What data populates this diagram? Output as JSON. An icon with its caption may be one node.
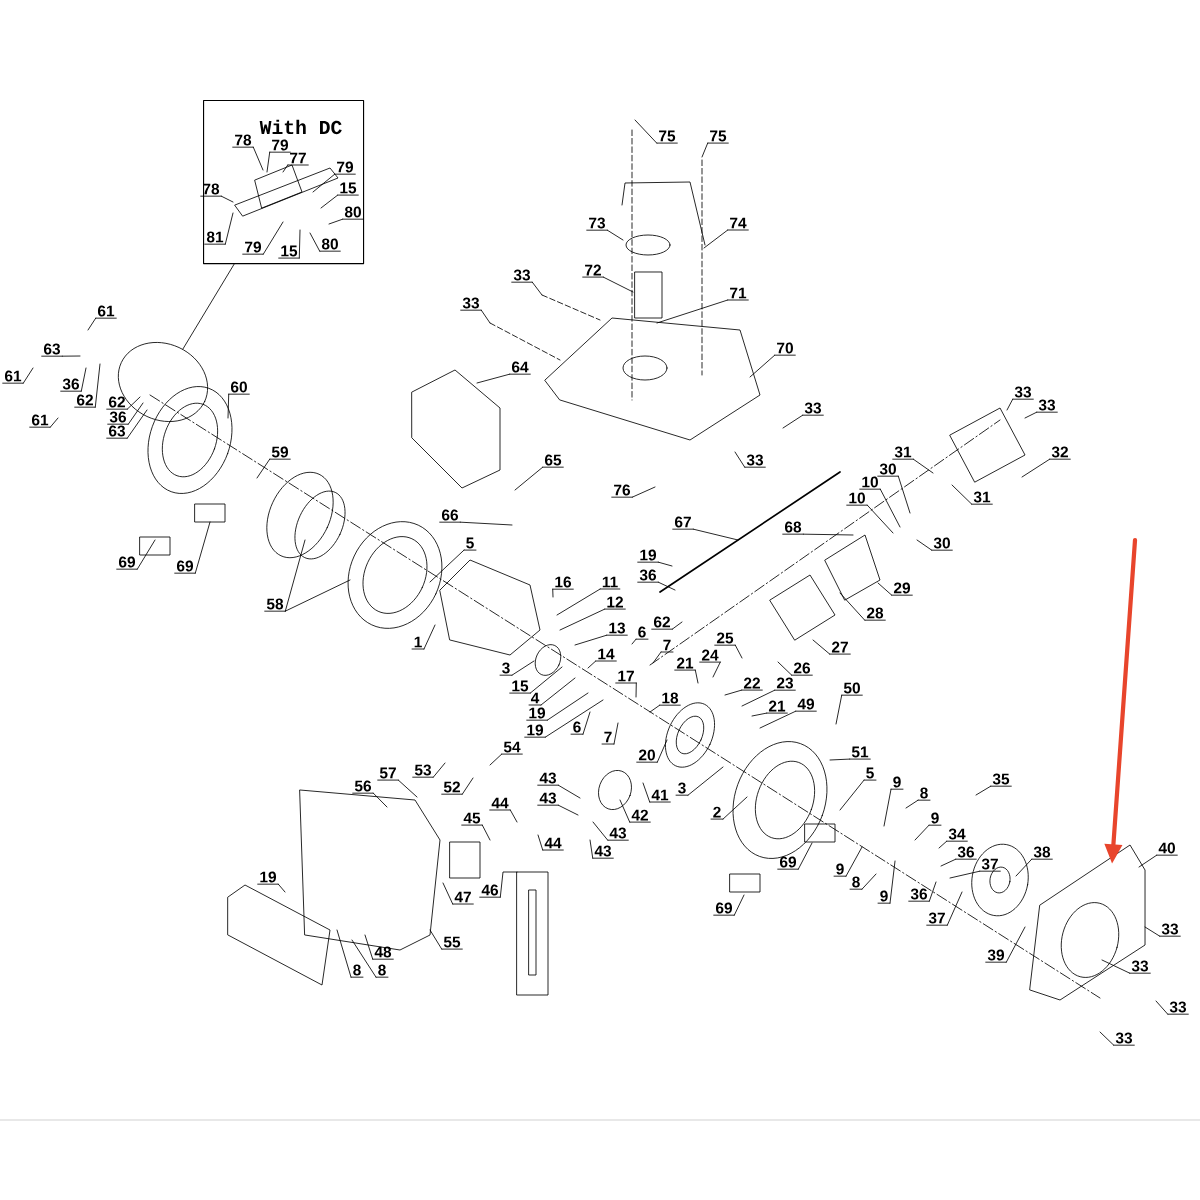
{
  "diagram": {
    "nodes": [
      {
        "text": [
          "With DC"
        ]
      },
      {
        "text": [
          "78"
        ],
        "in": 0
      },
      {
        "text": [
          "79"
        ],
        "in": 0
      },
      {
        "text": [
          "77"
        ],
        "in": 0
      },
      {
        "text": [
          "78"
        ],
        "in": 0
      },
      {
        "text": [
          "81"
        ],
        "in": 0
      },
      {
        "text": [
          "79"
        ],
        "in": 0
      },
      {
        "text": [
          "15"
        ],
        "in": 0
      },
      {
        "text": [
          "80"
        ],
        "in": 0
      },
      {
        "text": [
          "79"
        ],
        "in": 0
      },
      {
        "text": [
          "15"
        ],
        "in": 0
      },
      {
        "text": [
          "80"
        ],
        "in": 0
      },
      {
        "text": [],
        "shape": "ellipse"
      },
      {
        "text": [
          "61"
        ]
      },
      {
        "text": [
          "63"
        ]
      },
      {
        "text": [
          "61"
        ]
      },
      {
        "text": [
          "36"
        ]
      },
      {
        "text": [
          "62"
        ]
      },
      {
        "text": [
          "61"
        ]
      },
      {
        "text": [
          "62"
        ]
      },
      {
        "text": [
          "36"
        ]
      },
      {
        "text": [
          "63"
        ]
      },
      {
        "text": [
          "60"
        ]
      },
      {
        "text": [
          "59"
        ]
      },
      {
        "text": [
          "69"
        ]
      },
      {
        "text": [
          "69"
        ]
      },
      {
        "text": [
          "58"
        ]
      },
      {
        "text": [
          "75"
        ]
      },
      {
        "text": [
          "75"
        ]
      },
      {
        "text": [
          "73"
        ]
      },
      {
        "text": [
          "74"
        ]
      },
      {
        "text": [
          "72"
        ]
      },
      {
        "text": [
          "71"
        ]
      },
      {
        "text": [
          "33"
        ]
      },
      {
        "text": [
          "33"
        ]
      },
      {
        "text": [
          "70"
        ]
      },
      {
        "text": [
          "64"
        ]
      },
      {
        "text": [
          "33"
        ]
      },
      {
        "text": [
          "65"
        ]
      },
      {
        "text": [
          "33"
        ]
      },
      {
        "text": [
          "76"
        ]
      },
      {
        "text": [
          "66"
        ]
      },
      {
        "text": [
          "67"
        ]
      },
      {
        "text": [
          "68"
        ]
      },
      {
        "text": [
          "33"
        ]
      },
      {
        "text": [
          "33"
        ]
      },
      {
        "text": [
          "31"
        ]
      },
      {
        "text": [
          "30"
        ]
      },
      {
        "text": [
          "10"
        ]
      },
      {
        "text": [
          "10"
        ]
      },
      {
        "text": [
          "32"
        ]
      },
      {
        "text": [
          "31"
        ]
      },
      {
        "text": [
          "30"
        ]
      },
      {
        "text": [
          "29"
        ]
      },
      {
        "text": [
          "28"
        ]
      },
      {
        "text": [
          "27"
        ]
      },
      {
        "text": [
          "5"
        ]
      },
      {
        "text": [
          "1"
        ]
      },
      {
        "text": [
          "16"
        ]
      },
      {
        "text": [
          "11"
        ]
      },
      {
        "text": [
          "12"
        ]
      },
      {
        "text": [
          "13"
        ]
      },
      {
        "text": [
          "6"
        ]
      },
      {
        "text": [
          "7"
        ]
      },
      {
        "text": [
          "14"
        ]
      },
      {
        "text": [
          "3"
        ]
      },
      {
        "text": [
          "15"
        ]
      },
      {
        "text": [
          "4"
        ]
      },
      {
        "text": [
          "19"
        ]
      },
      {
        "text": [
          "19"
        ]
      },
      {
        "text": [
          "17"
        ]
      },
      {
        "text": [
          "21"
        ]
      },
      {
        "text": [
          "24"
        ]
      },
      {
        "text": [
          "25"
        ]
      },
      {
        "text": [
          "26"
        ]
      },
      {
        "text": [
          "18"
        ]
      },
      {
        "text": [
          "22"
        ]
      },
      {
        "text": [
          "23"
        ]
      },
      {
        "text": [
          "21"
        ]
      },
      {
        "text": [
          "49"
        ]
      },
      {
        "text": [
          "50"
        ]
      },
      {
        "text": [
          "51"
        ]
      },
      {
        "text": [
          "6"
        ]
      },
      {
        "text": [
          "7"
        ]
      },
      {
        "text": [
          "20"
        ]
      },
      {
        "text": [
          "19"
        ]
      },
      {
        "text": [
          "36"
        ]
      },
      {
        "text": [
          "62"
        ]
      },
      {
        "text": [
          "54"
        ]
      },
      {
        "text": [
          "53"
        ]
      },
      {
        "text": [
          "52"
        ]
      },
      {
        "text": [
          "57"
        ]
      },
      {
        "text": [
          "56"
        ]
      },
      {
        "text": [
          "43"
        ]
      },
      {
        "text": [
          "43"
        ]
      },
      {
        "text": [
          "44"
        ]
      },
      {
        "text": [
          "44"
        ]
      },
      {
        "text": [
          "41"
        ]
      },
      {
        "text": [
          "42"
        ]
      },
      {
        "text": [
          "43"
        ]
      },
      {
        "text": [
          "43"
        ]
      },
      {
        "text": [
          "3"
        ]
      },
      {
        "text": [
          "2"
        ]
      },
      {
        "text": [
          "45"
        ]
      },
      {
        "text": [
          "46"
        ]
      },
      {
        "text": [
          "47"
        ]
      },
      {
        "text": [
          "19"
        ]
      },
      {
        "text": [
          "55"
        ]
      },
      {
        "text": [
          "48"
        ]
      },
      {
        "text": [
          "8"
        ]
      },
      {
        "text": [
          "8"
        ]
      },
      {
        "text": [
          "5"
        ]
      },
      {
        "text": [
          "9"
        ]
      },
      {
        "text": [
          "8"
        ]
      },
      {
        "text": [
          "9"
        ]
      },
      {
        "text": [
          "35"
        ]
      },
      {
        "text": [
          "34"
        ]
      },
      {
        "text": [
          "36"
        ]
      },
      {
        "text": [
          "37"
        ]
      },
      {
        "text": [
          "38"
        ]
      },
      {
        "text": [
          "40"
        ]
      },
      {
        "text": [
          "69"
        ]
      },
      {
        "text": [
          "9"
        ]
      },
      {
        "text": [
          "8"
        ]
      },
      {
        "text": [
          "9"
        ]
      },
      {
        "text": [
          "36"
        ]
      },
      {
        "text": [
          "37"
        ]
      },
      {
        "text": [
          "69"
        ]
      },
      {
        "text": [
          "39"
        ]
      },
      {
        "text": [
          "33"
        ]
      },
      {
        "text": [
          "33"
        ]
      },
      {
        "text": [
          "33"
        ]
      },
      {
        "text": [
          "33"
        ]
      }
    ],
    "edges": [
      {
        "from": 0,
        "to": 12,
        "arrow": "none"
      },
      {
        "from": 1,
        "to": null,
        "arrow": "none"
      },
      {
        "from": 2,
        "to": null,
        "arrow": "none"
      },
      {
        "from": 3,
        "to": null,
        "arrow": "none"
      },
      {
        "from": 4,
        "to": null,
        "arrow": "none"
      },
      {
        "from": 5,
        "to": null,
        "arrow": "none"
      },
      {
        "from": 6,
        "to": null,
        "arrow": "none"
      },
      {
        "from": 7,
        "to": null,
        "arrow": "none"
      },
      {
        "from": 8,
        "to": null,
        "arrow": "none"
      },
      {
        "from": 9,
        "to": null,
        "arrow": "none"
      },
      {
        "from": 10,
        "to": null,
        "arrow": "none"
      },
      {
        "from": 11,
        "to": null,
        "arrow": "none"
      },
      {
        "from": 13,
        "to": null,
        "arrow": "none"
      },
      {
        "from": 14,
        "to": null,
        "arrow": "none"
      },
      {
        "from": 15,
        "to": null,
        "arrow": "none"
      },
      {
        "from": 16,
        "to": null,
        "arrow": "none"
      },
      {
        "from": 17,
        "to": null,
        "arrow": "none"
      },
      {
        "from": 18,
        "to": null,
        "arrow": "none"
      },
      {
        "from": 19,
        "to": 12,
        "arrow": "none"
      },
      {
        "from": 20,
        "to": 12,
        "arrow": "none"
      },
      {
        "from": 21,
        "to": 12,
        "arrow": "none"
      },
      {
        "from": 22,
        "to": null,
        "arrow": "none"
      },
      {
        "from": 23,
        "to": null,
        "arrow": "none"
      },
      {
        "from": 24,
        "to": null,
        "arrow": "none"
      },
      {
        "from": 25,
        "to": null,
        "arrow": "none"
      },
      {
        "from": 26,
        "to": null,
        "arrow": "none"
      },
      {
        "from": 26,
        "to": null,
        "arrow": "none"
      },
      {
        "from": 27,
        "to": null,
        "arrow": "none"
      },
      {
        "from": 28,
        "to": null,
        "arrow": "none"
      },
      {
        "from": 29,
        "to": null,
        "arrow": "none"
      },
      {
        "from": 30,
        "to": null,
        "arrow": "none"
      },
      {
        "from": 31,
        "to": null,
        "arrow": "none"
      },
      {
        "from": 32,
        "to": null,
        "arrow": "none"
      },
      {
        "from": 33,
        "to": null,
        "arrow": "none"
      },
      {
        "from": 34,
        "to": null,
        "arrow": "none"
      },
      {
        "from": 35,
        "to": null,
        "arrow": "none"
      },
      {
        "from": 36,
        "to": null,
        "arrow": "none"
      },
      {
        "from": 37,
        "to": null,
        "arrow": "none"
      },
      {
        "from": 38,
        "to": null,
        "arrow": "none"
      },
      {
        "from": 39,
        "to": null,
        "arrow": "none"
      },
      {
        "from": 40,
        "to": null,
        "arrow": "none"
      },
      {
        "from": 41,
        "to": null,
        "arrow": "none"
      },
      {
        "from": 42,
        "to": null,
        "arrow": "none"
      },
      {
        "from": 43,
        "to": null,
        "arrow": "none"
      },
      {
        "from": 44,
        "to": null,
        "arrow": "none"
      },
      {
        "from": 45,
        "to": null,
        "arrow": "none"
      },
      {
        "from": 46,
        "to": null,
        "arrow": "none"
      },
      {
        "from": 47,
        "to": null,
        "arrow": "none"
      },
      {
        "from": 48,
        "to": null,
        "arrow": "none"
      },
      {
        "from": 49,
        "to": null,
        "arrow": "none"
      },
      {
        "from": 50,
        "to": null,
        "arrow": "none"
      },
      {
        "from": 51,
        "to": null,
        "arrow": "none"
      },
      {
        "from": 52,
        "to": null,
        "arrow": "none"
      },
      {
        "from": 53,
        "to": null,
        "arrow": "none"
      },
      {
        "from": 54,
        "to": null,
        "arrow": "none"
      },
      {
        "from": 55,
        "to": null,
        "arrow": "none"
      },
      {
        "from": 56,
        "to": null,
        "arrow": "none"
      },
      {
        "from": 57,
        "to": null,
        "arrow": "none"
      },
      {
        "from": 58,
        "to": null,
        "arrow": "none"
      },
      {
        "from": 59,
        "to": null,
        "arrow": "none"
      },
      {
        "from": 60,
        "to": null,
        "arrow": "none"
      },
      {
        "from": 61,
        "to": null,
        "arrow": "none"
      },
      {
        "from": 62,
        "to": null,
        "arrow": "none"
      },
      {
        "from": 63,
        "to": null,
        "arrow": "none"
      },
      {
        "from": 64,
        "to": null,
        "arrow": "none"
      },
      {
        "from": 65,
        "to": null,
        "arrow": "none"
      },
      {
        "from": 66,
        "to": null,
        "arrow": "none"
      },
      {
        "from": 67,
        "to": null,
        "arrow": "none"
      },
      {
        "from": 68,
        "to": null,
        "arrow": "none"
      },
      {
        "from": 69,
        "to": null,
        "arrow": "none"
      },
      {
        "from": 70,
        "to": null,
        "arrow": "none"
      },
      {
        "from": 71,
        "to": null,
        "arrow": "none"
      },
      {
        "from": 72,
        "to": null,
        "arrow": "none"
      },
      {
        "from": 73,
        "to": null,
        "arrow": "none"
      },
      {
        "from": 74,
        "to": null,
        "arrow": "none"
      },
      {
        "from": 75,
        "to": null,
        "arrow": "none"
      },
      {
        "from": 76,
        "to": null,
        "arrow": "none"
      },
      {
        "from": 77,
        "to": null,
        "arrow": "none"
      },
      {
        "from": 78,
        "to": null,
        "arrow": "none"
      },
      {
        "from": 79,
        "to": null,
        "arrow": "none"
      },
      {
        "from": 80,
        "to": null,
        "arrow": "none"
      },
      {
        "from": 81,
        "to": null,
        "arrow": "none"
      },
      {
        "from": 82,
        "to": null,
        "arrow": "none"
      },
      {
        "from": 83,
        "to": null,
        "arrow": "none"
      },
      {
        "from": 84,
        "to": null,
        "arrow": "none"
      },
      {
        "from": 85,
        "to": null,
        "arrow": "none"
      },
      {
        "from": 86,
        "to": null,
        "arrow": "none"
      },
      {
        "from": 87,
        "to": null,
        "arrow": "none"
      },
      {
        "from": 88,
        "to": null,
        "arrow": "none"
      },
      {
        "from": 89,
        "to": null,
        "arrow": "none"
      },
      {
        "from": 90,
        "to": null,
        "arrow": "none"
      },
      {
        "from": 91,
        "to": null,
        "arrow": "none"
      },
      {
        "from": 92,
        "to": null,
        "arrow": "none"
      },
      {
        "from": 93,
        "to": null,
        "arrow": "none"
      },
      {
        "from": 94,
        "to": null,
        "arrow": "none"
      },
      {
        "from": 95,
        "to": null,
        "arrow": "none"
      },
      {
        "from": 96,
        "to": null,
        "arrow": "none"
      },
      {
        "from": 97,
        "to": null,
        "arrow": "none"
      },
      {
        "from": 98,
        "to": null,
        "arrow": "none"
      },
      {
        "from": 99,
        "to": null,
        "arrow": "none"
      },
      {
        "from": 100,
        "to": null,
        "arrow": "none"
      },
      {
        "from": 101,
        "to": null,
        "arrow": "none"
      },
      {
        "from": 102,
        "to": null,
        "arrow": "none"
      },
      {
        "from": 103,
        "to": null,
        "arrow": "none"
      },
      {
        "from": 104,
        "to": null,
        "arrow": "none"
      },
      {
        "from": 105,
        "to": null,
        "arrow": "none"
      },
      {
        "from": 106,
        "to": null,
        "arrow": "none"
      },
      {
        "from": 107,
        "to": null,
        "arrow": "none"
      },
      {
        "from": 108,
        "to": null,
        "arrow": "none"
      },
      {
        "from": 109,
        "to": null,
        "arrow": "none"
      },
      {
        "from": 110,
        "to": null,
        "arrow": "none"
      },
      {
        "from": 111,
        "to": null,
        "arrow": "none"
      },
      {
        "from": 112,
        "to": null,
        "arrow": "none"
      },
      {
        "from": 113,
        "to": null,
        "arrow": "none"
      },
      {
        "from": 114,
        "to": null,
        "arrow": "none"
      },
      {
        "from": 115,
        "to": null,
        "arrow": "none"
      },
      {
        "from": 116,
        "to": null,
        "arrow": "none"
      },
      {
        "from": 117,
        "to": null,
        "arrow": "none"
      },
      {
        "from": 118,
        "to": null,
        "arrow": "none"
      },
      {
        "from": 119,
        "to": null,
        "arrow": "none"
      },
      {
        "from": 120,
        "to": null,
        "arrow": "none"
      },
      {
        "from": 121,
        "to": null,
        "arrow": "none"
      },
      {
        "from": 122,
        "to": null,
        "arrow": "none"
      },
      {
        "from": 123,
        "to": null,
        "arrow": "none"
      },
      {
        "from": 124,
        "to": null,
        "arrow": "none"
      },
      {
        "from": 125,
        "to": null,
        "arrow": "none"
      },
      {
        "from": 126,
        "to": null,
        "arrow": "none"
      },
      {
        "from": 127,
        "to": null,
        "arrow": "none"
      },
      {
        "from": 128,
        "to": null,
        "arrow": "none"
      },
      {
        "from": 129,
        "to": null,
        "arrow": "none"
      },
      {
        "from": 130,
        "to": null,
        "arrow": "none"
      },
      {
        "from": 131,
        "to": null,
        "arrow": "none"
      },
      {
        "from": 132,
        "to": null,
        "arrow": "none"
      }
    ]
  }
}
